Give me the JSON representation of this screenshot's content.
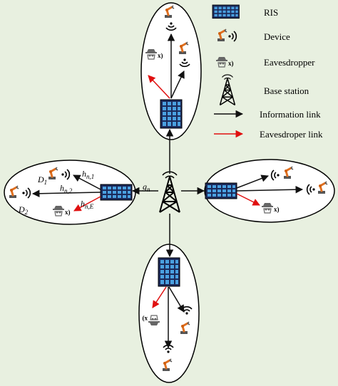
{
  "legend": {
    "ris": "RIS",
    "device": "Device",
    "eavesdropper": "Eavesdropper",
    "base_station": "Base station",
    "information_link": "Information link",
    "eavesdropper_link": "Eavesdroper link"
  },
  "labels": {
    "g": "g",
    "g_sub": "n",
    "h1": "h",
    "h1_sub": "n,1",
    "h2": "h",
    "h2_sub": "n,2",
    "hE": "h",
    "hE_sub": "n,E",
    "d1": "D",
    "d1_sub": "1",
    "d2": "D",
    "d2_sub": "2"
  },
  "colors": {
    "background": "#e8f0e0",
    "information_link": "#111111",
    "eavesdropper_link": "#e01010",
    "ris_fill": "#1b2a5a",
    "ris_cell": "#4aa0e0",
    "device": "#e07020"
  },
  "icons": {
    "ris": "ris-panel-icon",
    "device": "robot-arm-icon",
    "eavesdropper": "spy-icon",
    "base_station": "antenna-tower-icon"
  }
}
